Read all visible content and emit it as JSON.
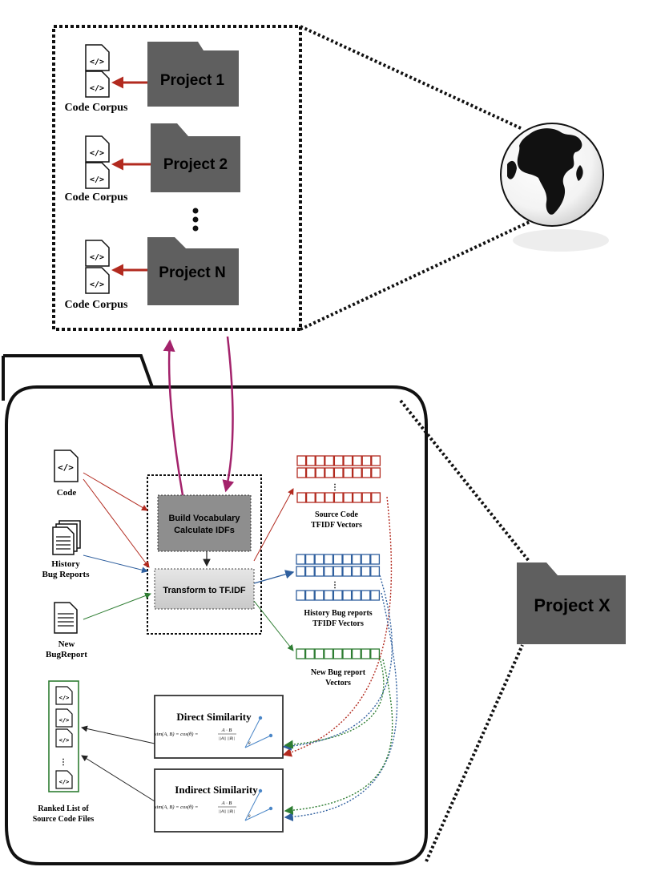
{
  "corpus": {
    "projects": [
      {
        "name": "Project 1",
        "corpus_label": "Code Corpus"
      },
      {
        "name": "Project 2",
        "corpus_label": "Code Corpus"
      },
      {
        "name": "Project N",
        "corpus_label": "Code Corpus"
      }
    ],
    "ellipsis": "⋮"
  },
  "inputs": {
    "code": "Code",
    "history_line1": "History",
    "history_line2": "Bug Reports",
    "new_line1": "New",
    "new_line2": "BugReport",
    "code_tag": "</>"
  },
  "process": {
    "build_line1": "Build Vocabulary",
    "build_line2": "Calculate IDFs",
    "transform": "Transform to TF.IDF"
  },
  "vectors": {
    "source_line1": "Source Code",
    "source_line2": "TFIDF Vectors",
    "history_line1": "History Bug reports",
    "history_line2": "TFIDF Vectors",
    "new_line1": "New Bug report",
    "new_line2": "Vectors",
    "dots": "⋮"
  },
  "similarity": {
    "direct": "Direct Similarity",
    "indirect": "Indirect Similarity",
    "formula_lhs": "sim(A, B) = cos(θ) =",
    "formula_num": "A · B",
    "formula_den": "||A|| ||B||",
    "theta": "θ"
  },
  "ranked": {
    "line1": "Ranked List of",
    "line2": "Source Code Files",
    "dots": "⋮"
  },
  "project_x": "Project X",
  "colors": {
    "folder": "#5f5f5f",
    "red": "#b22a1f",
    "blue": "#2f5f9e",
    "green": "#2e7d32",
    "magenta": "#a3226b",
    "gray_box": "#8e8e8e",
    "light_box": "#d9d9d9"
  }
}
